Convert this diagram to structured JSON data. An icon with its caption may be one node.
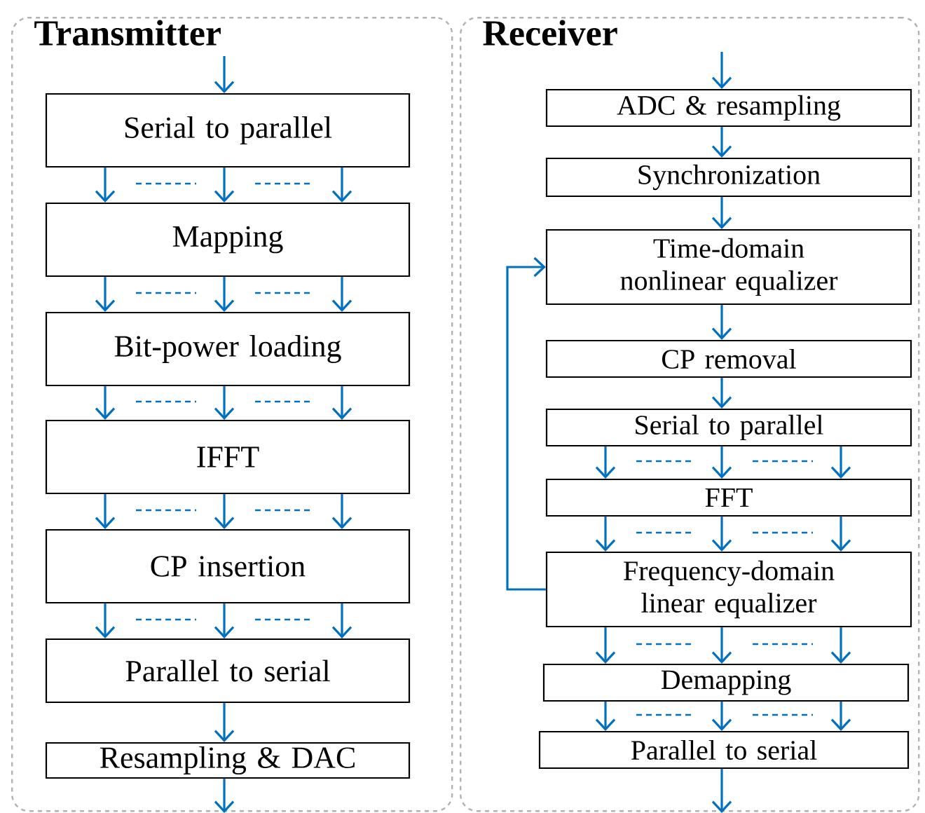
{
  "diagram": {
    "nodes": [
      {
        "text": [
          "Transmitter"
        ]
      },
      {
        "text": [
          "Serial to parallel"
        ],
        "in": 0
      },
      {
        "text": [
          "Mapping"
        ],
        "in": 0
      },
      {
        "text": [
          "Bit-power loading"
        ],
        "in": 0
      },
      {
        "text": [
          "IFFT"
        ],
        "in": 0
      },
      {
        "text": [
          "CP insertion"
        ],
        "in": 0
      },
      {
        "text": [
          "Parallel to serial"
        ],
        "in": 0
      },
      {
        "text": [
          "Resampling & DAC"
        ],
        "in": 0
      },
      {
        "text": [
          "Receiver"
        ]
      },
      {
        "text": [
          "ADC & resampling"
        ],
        "in": 8
      },
      {
        "text": [
          "Synchronization"
        ],
        "in": 8
      },
      {
        "text": [
          "Time-domain nonlinear equalizer"
        ],
        "in": 8
      },
      {
        "text": [
          "CP removal"
        ],
        "in": 8
      },
      {
        "text": [
          "Serial to parallel"
        ],
        "in": 8
      },
      {
        "text": [
          "FFT"
        ],
        "in": 8
      },
      {
        "text": [
          "Frequency-domain linear equalizer"
        ],
        "in": 8
      },
      {
        "text": [
          "Demapping"
        ],
        "in": 8
      },
      {
        "text": [
          "Parallel to serial"
        ],
        "in": 8
      }
    ],
    "edges": [
      {
        "from": null,
        "to": 1,
        "arrow": "to"
      },
      {
        "from": 1,
        "to": 2,
        "arrow": "to"
      },
      {
        "from": 1,
        "to": 2,
        "arrow": "to"
      },
      {
        "from": 1,
        "to": 2,
        "arrow": "to"
      },
      {
        "from": 2,
        "to": 3,
        "arrow": "to"
      },
      {
        "from": 2,
        "to": 3,
        "arrow": "to"
      },
      {
        "from": 2,
        "to": 3,
        "arrow": "to"
      },
      {
        "from": 3,
        "to": 4,
        "arrow": "to"
      },
      {
        "from": 3,
        "to": 4,
        "arrow": "to"
      },
      {
        "from": 3,
        "to": 4,
        "arrow": "to"
      },
      {
        "from": 4,
        "to": 5,
        "arrow": "to"
      },
      {
        "from": 4,
        "to": 5,
        "arrow": "to"
      },
      {
        "from": 4,
        "to": 5,
        "arrow": "to"
      },
      {
        "from": 5,
        "to": 6,
        "arrow": "to"
      },
      {
        "from": 5,
        "to": 6,
        "arrow": "to"
      },
      {
        "from": 5,
        "to": 6,
        "arrow": "to"
      },
      {
        "from": 6,
        "to": 7,
        "arrow": "to"
      },
      {
        "from": 7,
        "to": null,
        "arrow": "to"
      },
      {
        "from": null,
        "to": 9,
        "arrow": "to"
      },
      {
        "from": 9,
        "to": 10,
        "arrow": "to"
      },
      {
        "from": 10,
        "to": 11,
        "arrow": "to"
      },
      {
        "from": 11,
        "to": 12,
        "arrow": "to"
      },
      {
        "from": 12,
        "to": 13,
        "arrow": "to"
      },
      {
        "from": 13,
        "to": 14,
        "arrow": "to"
      },
      {
        "from": 13,
        "to": 14,
        "arrow": "to"
      },
      {
        "from": 13,
        "to": 14,
        "arrow": "to"
      },
      {
        "from": 14,
        "to": 15,
        "arrow": "to"
      },
      {
        "from": 14,
        "to": 15,
        "arrow": "to"
      },
      {
        "from": 14,
        "to": 15,
        "arrow": "to"
      },
      {
        "from": 15,
        "to": 16,
        "arrow": "to"
      },
      {
        "from": 15,
        "to": 16,
        "arrow": "to"
      },
      {
        "from": 15,
        "to": 16,
        "arrow": "to"
      },
      {
        "from": 16,
        "to": 17,
        "arrow": "to"
      },
      {
        "from": 16,
        "to": 17,
        "arrow": "to"
      },
      {
        "from": 16,
        "to": 17,
        "arrow": "to"
      },
      {
        "from": 17,
        "to": null,
        "arrow": "to"
      },
      {
        "from": 15,
        "to": 11,
        "arrow": "to"
      }
    ]
  }
}
